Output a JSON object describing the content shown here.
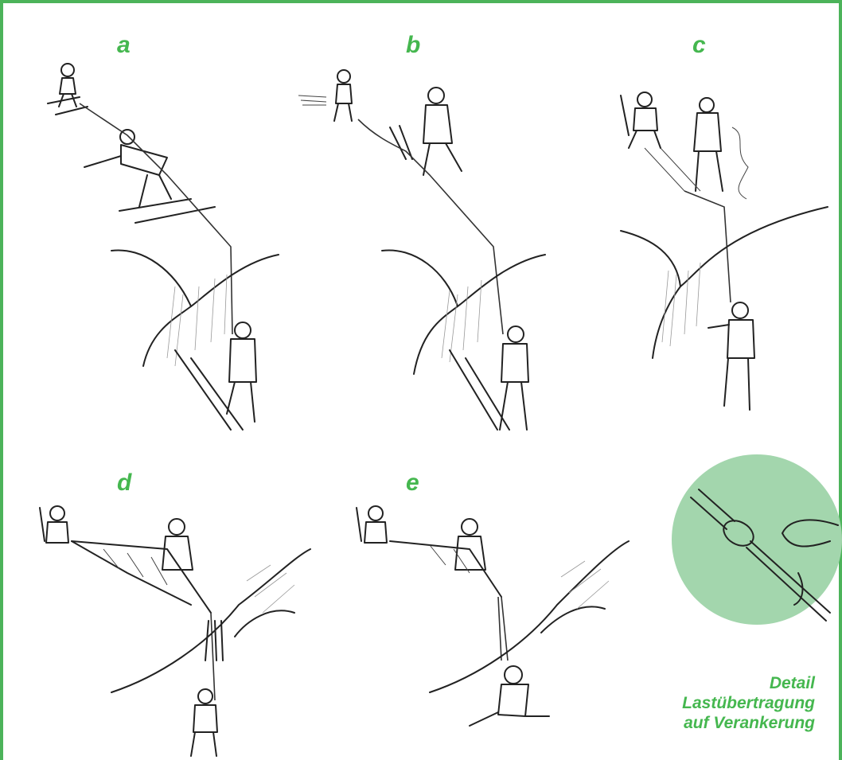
{
  "panels": [
    {
      "id": "a",
      "label": "a"
    },
    {
      "id": "b",
      "label": "b"
    },
    {
      "id": "c",
      "label": "c"
    },
    {
      "id": "d",
      "label": "d"
    },
    {
      "id": "e",
      "label": "e"
    }
  ],
  "detail": {
    "line1": "Detail",
    "line2": "Lastübertragung",
    "line3": "auf Verankerung"
  },
  "colors": {
    "accent": "#45b74f",
    "detail_circle": "#a3d6ad",
    "frame": "#4cb35a"
  }
}
